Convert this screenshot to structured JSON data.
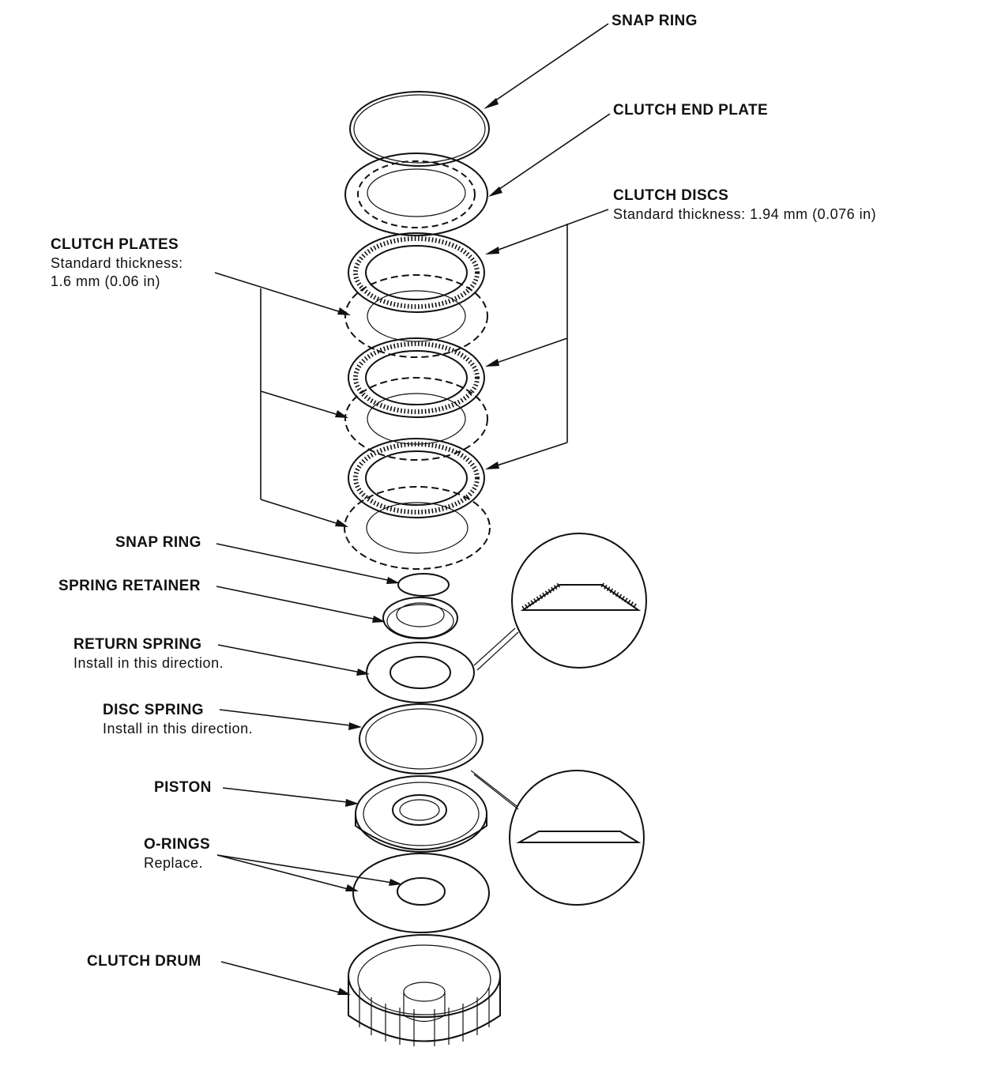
{
  "labels": {
    "snap_ring_top": "SNAP RING",
    "clutch_end_plate": "CLUTCH END PLATE",
    "clutch_discs": {
      "title": "CLUTCH DISCS",
      "note": "Standard thickness: 1.94 mm (0.076 in)"
    },
    "clutch_plates": {
      "title": "CLUTCH PLATES",
      "note1": "Standard thickness:",
      "note2": "1.6 mm (0.06 in)"
    },
    "snap_ring_lower": "SNAP RING",
    "spring_retainer": "SPRING RETAINER",
    "return_spring": {
      "title": "RETURN SPRING",
      "note": "Install in this direction."
    },
    "disc_spring": {
      "title": "DISC SPRING",
      "note": "Install in this direction."
    },
    "piston": "PISTON",
    "o_rings": {
      "title": "O-RINGS",
      "note": "Replace."
    },
    "clutch_drum": "CLUTCH DRUM"
  }
}
